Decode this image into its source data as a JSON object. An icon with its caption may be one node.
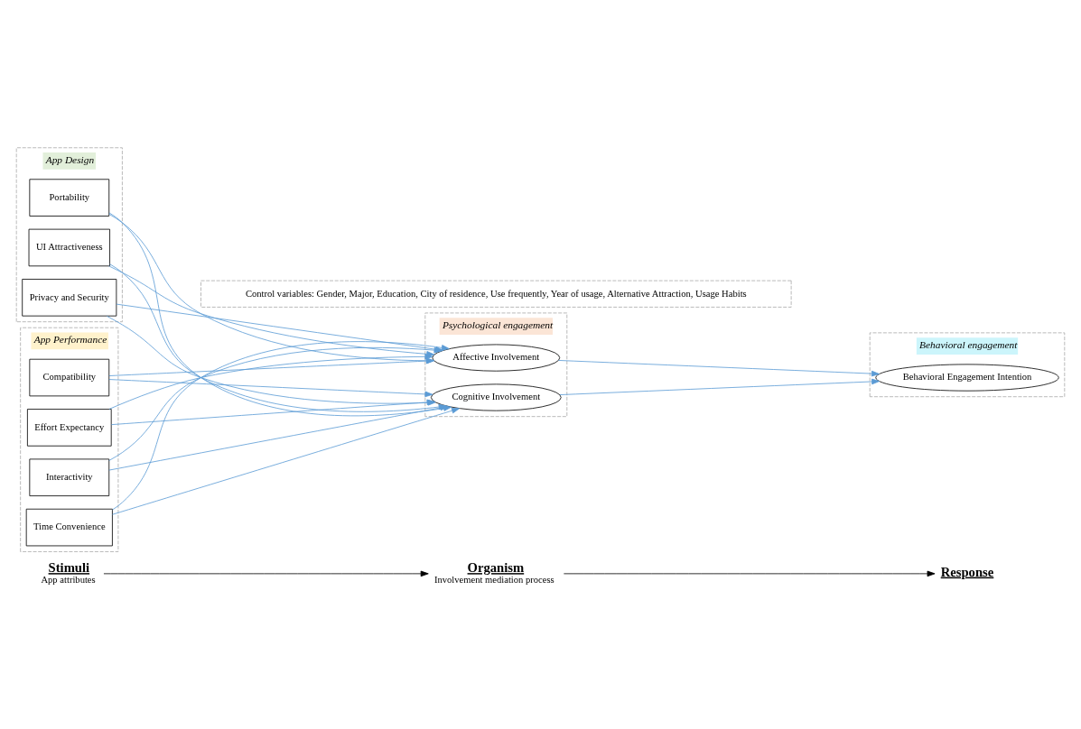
{
  "diagram": {
    "nodes": [
      {
        "text": [
          "Stimuli",
          "App attributes"
        ]
      },
      {
        "text": [
          "Organism",
          "Involvement mediation process"
        ]
      },
      {
        "text": [
          "Response"
        ]
      },
      {
        "text": [
          "App Design"
        ]
      },
      {
        "text": [
          "Privacy and Security"
        ],
        "in": 3
      },
      {
        "text": [
          "Portability"
        ],
        "in": 3
      },
      {
        "text": [
          "UI Attractiveness"
        ],
        "in": 3
      },
      {
        "text": [
          "App Performance"
        ]
      },
      {
        "text": [
          "Compatibility"
        ],
        "in": 7
      },
      {
        "text": [
          "Effort Expectancy"
        ],
        "in": 7
      },
      {
        "text": [
          "Interactivity"
        ],
        "in": 7
      },
      {
        "text": [
          "Time Convenience"
        ],
        "in": 7
      },
      {
        "text": [
          "Psychological engagement"
        ]
      },
      {
        "text": [
          "Affective Involvement"
        ],
        "in": 12
      },
      {
        "text": [
          "Cognitive Involvement"
        ],
        "in": 12
      },
      {
        "text": [
          "Behavioral engagement"
        ]
      },
      {
        "text": [
          "Behavioral Engagement Intention"
        ],
        "in": 15
      },
      {
        "text": [
          "Control variables: Gender, Major, Education, City of residence, Use frequently, Year of usage, Alternative Attraction, Usage Habits"
        ]
      }
    ],
    "edges": [
      {
        "from": 0,
        "to": 1,
        "arrow": "to",
        "color": "#000000"
      },
      {
        "from": 1,
        "to": 2,
        "arrow": "to",
        "color": "#000000"
      },
      {
        "from": 4,
        "to": 13,
        "arrow": "to"
      },
      {
        "from": 4,
        "to": 14,
        "arrow": "to"
      },
      {
        "from": 5,
        "to": 13,
        "arrow": "to"
      },
      {
        "from": 5,
        "to": 14,
        "arrow": "to"
      },
      {
        "from": 6,
        "to": 13,
        "arrow": "to"
      },
      {
        "from": 6,
        "to": 14,
        "arrow": "to"
      },
      {
        "from": 8,
        "to": 13,
        "arrow": "to"
      },
      {
        "from": 8,
        "to": 14,
        "arrow": "to"
      },
      {
        "from": 9,
        "to": 13,
        "arrow": "to"
      },
      {
        "from": 9,
        "to": 14,
        "arrow": "to"
      },
      {
        "from": 10,
        "to": 13,
        "arrow": "to"
      },
      {
        "from": 10,
        "to": 14,
        "arrow": "to"
      },
      {
        "from": 11,
        "to": 13,
        "arrow": "to"
      },
      {
        "from": 11,
        "to": 14,
        "arrow": "to"
      },
      {
        "from": 13,
        "to": 16,
        "arrow": "to"
      },
      {
        "from": 14,
        "to": 16,
        "arrow": "to"
      }
    ]
  }
}
